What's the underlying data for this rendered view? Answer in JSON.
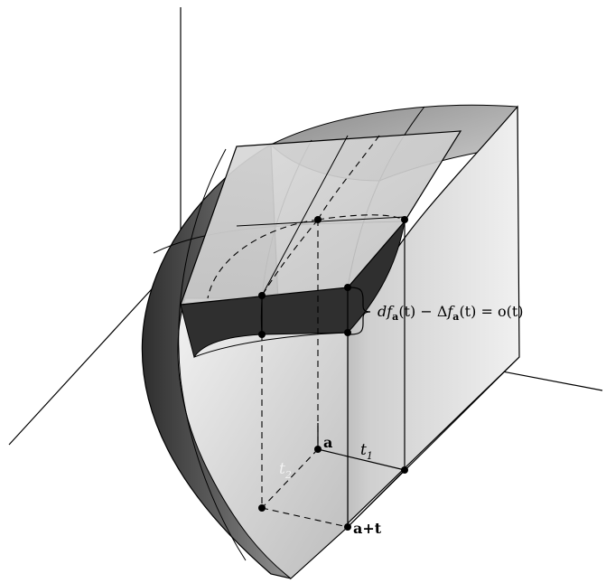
{
  "labels": {
    "point_a": "a",
    "point_a_plus_t": "a+t",
    "t1": "t",
    "t1_sub": "1",
    "t2": "t",
    "t2_sub": "2",
    "eq": {
      "d": "d",
      "f1": "f",
      "sub1": "a",
      "paren1": "(t)",
      "minus": " − Δ",
      "f2": "f",
      "sub2": "a",
      "paren2": "(t)",
      "eqo": " = o(t)"
    }
  },
  "colors": {
    "surface_light": "#d9d9d9",
    "surface_mid": "#9a9a9a",
    "surface_dark": "#3a3a3a",
    "tangent_plane": "#c8c8c8",
    "line": "#000000"
  }
}
